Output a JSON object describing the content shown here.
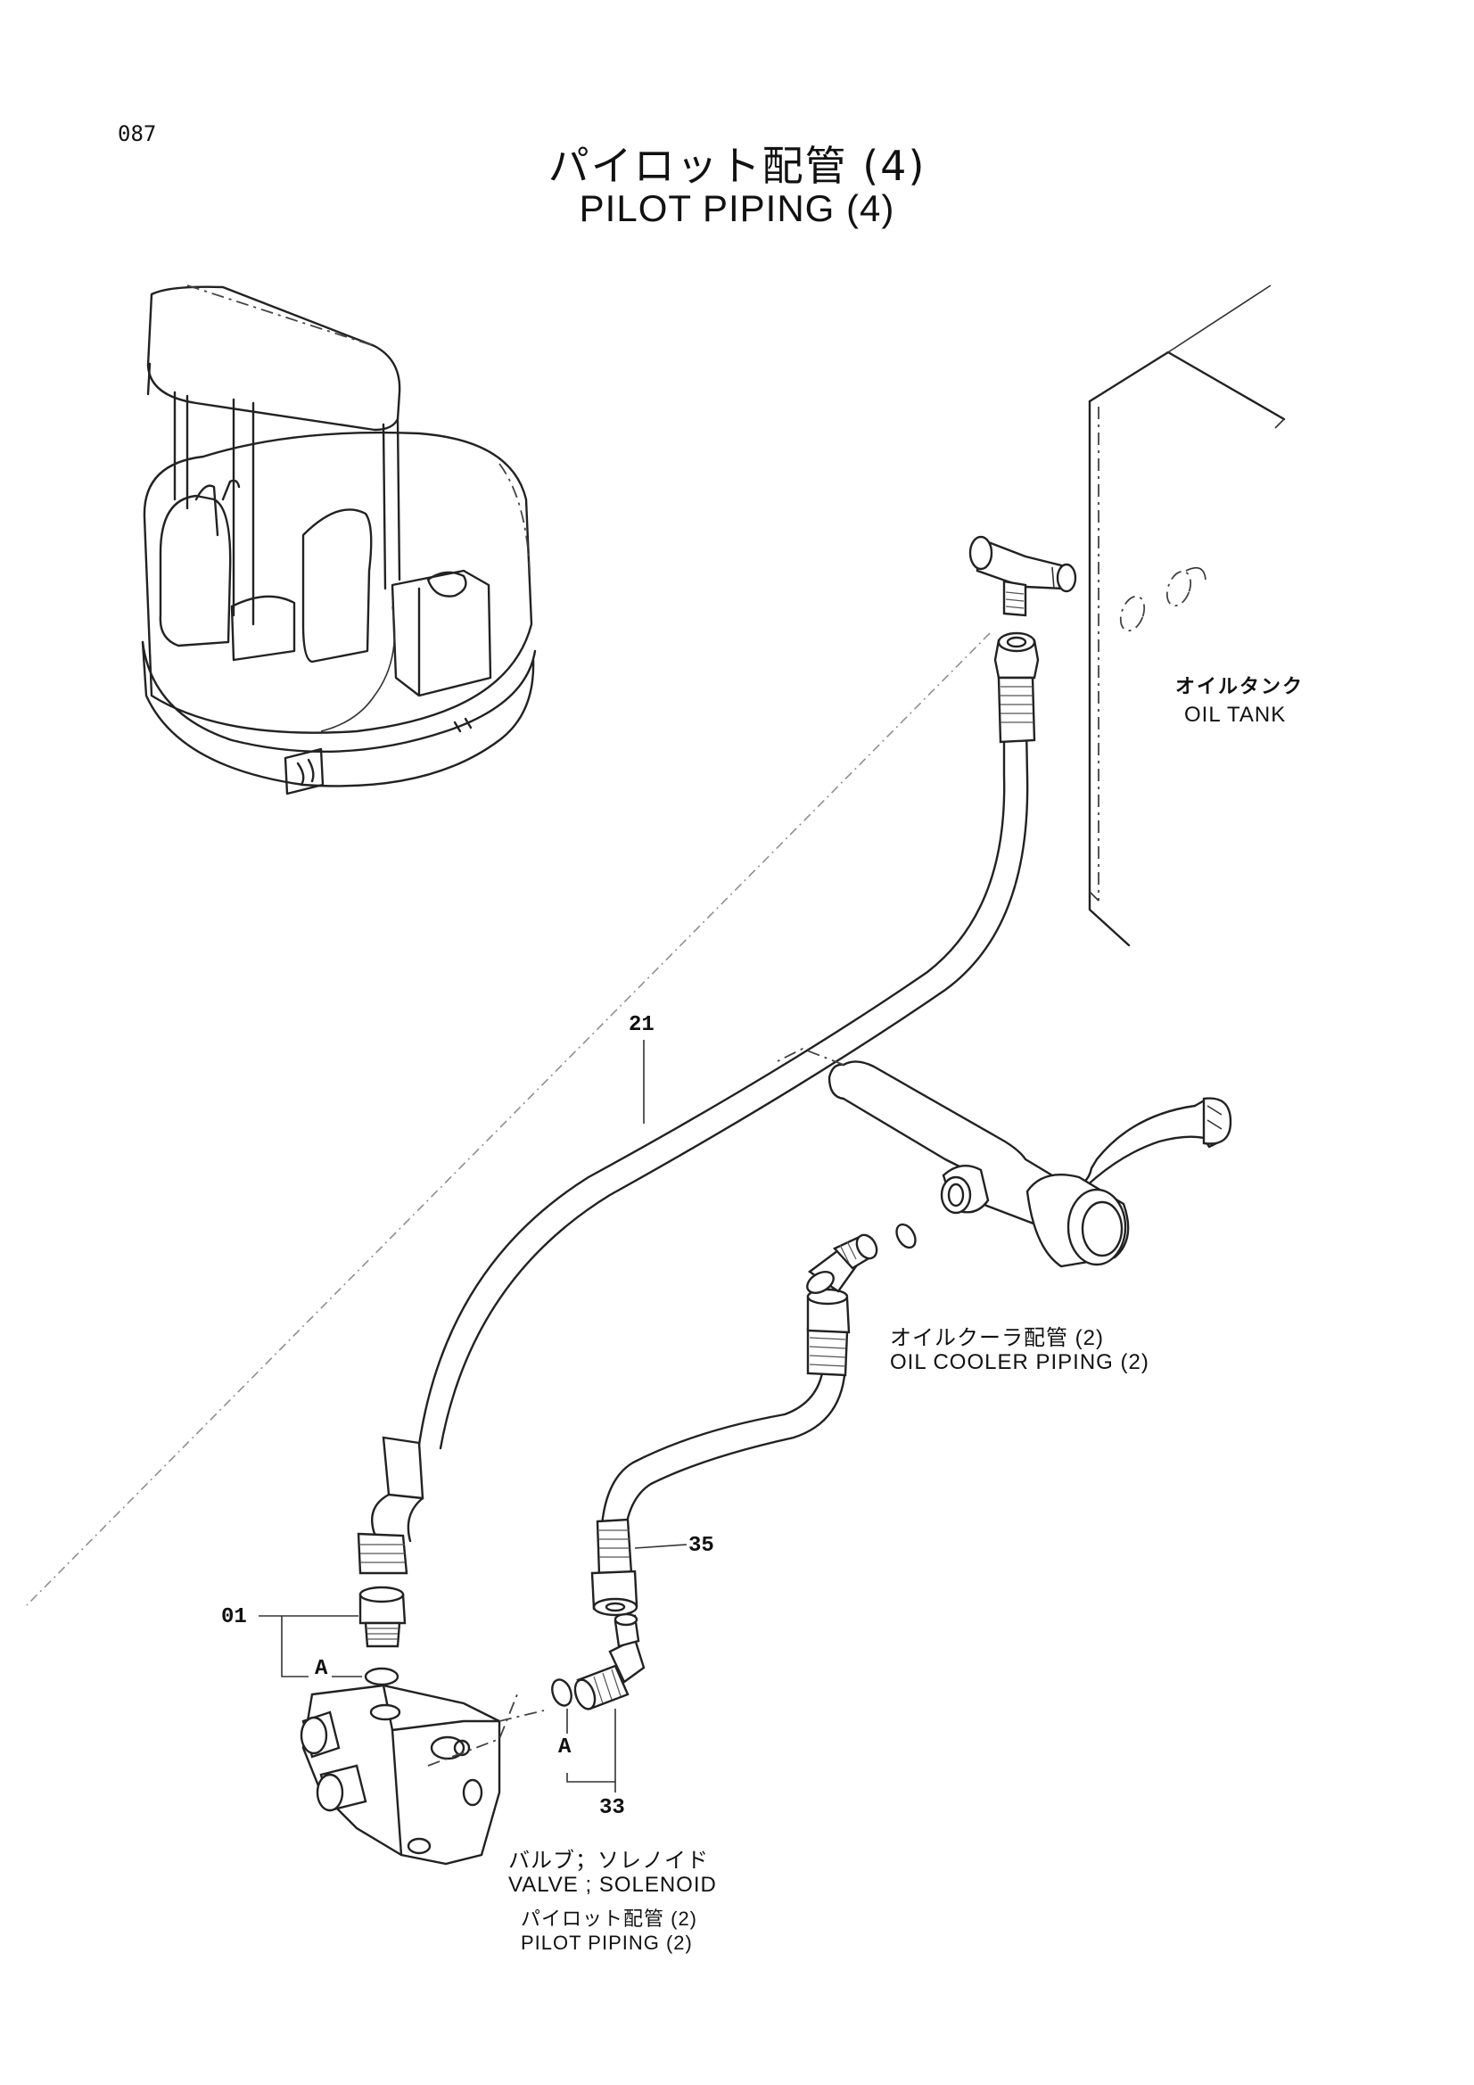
{
  "page_number": "087",
  "title": {
    "ja": "パイロット配管 (4)",
    "en": "PILOT PIPING (4)"
  },
  "labels": {
    "oil_tank_ja": "オイルタンク",
    "oil_tank_en": "OIL TANK",
    "oil_cooler_ja": "オイルクーラ配管 (2)",
    "oil_cooler_en": "OIL COOLER PIPING (2)",
    "valve_ja": "バルブ；ソレノイド",
    "valve_en": "VALVE ; SOLENOID",
    "pilot_ref_ja": "パイロット配管 (2)",
    "pilot_ref_en": "PILOT PIPING (2)"
  },
  "callouts": {
    "hose_21": "21",
    "hose_35": "35",
    "adapter_01": "01",
    "elbow_33": "33",
    "oring_a_left": "A",
    "oring_a_right": "A"
  }
}
